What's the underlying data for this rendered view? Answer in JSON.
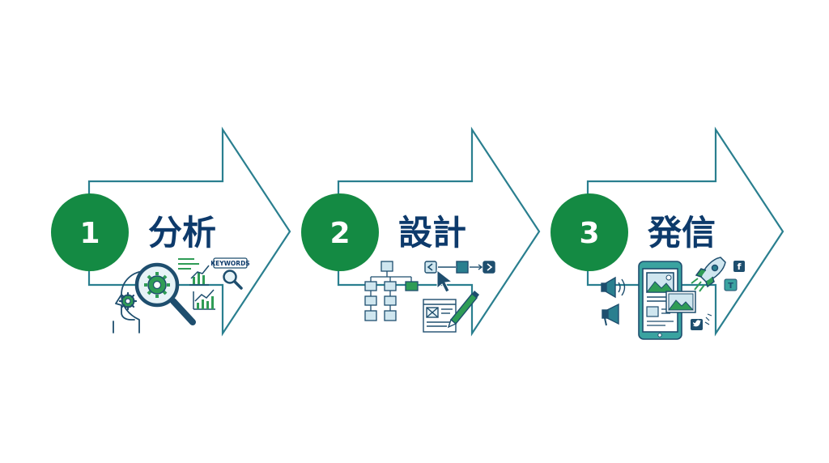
{
  "colors": {
    "arrow_outline": "#2a7f8f",
    "circle_fill": "#148a43",
    "title_text": "#0d3a6b",
    "icon_navy": "#1e4e6e",
    "icon_green": "#2f9c56",
    "icon_teal": "#3aa3a0",
    "icon_lightblue": "#cfe6ef"
  },
  "steps": [
    {
      "number": "1",
      "title": "分析",
      "icons": [
        "head-gear-icon",
        "magnifier-gear-icon",
        "bar-chart-icon",
        "keywords-search-icon",
        "line-chart-icon"
      ],
      "keyword_label": "KEYWORDS"
    },
    {
      "number": "2",
      "title": "設計",
      "icons": [
        "sitemap-icon",
        "navigation-arrows-icon",
        "cursor-icon",
        "wireframe-icon",
        "pencil-icon"
      ]
    },
    {
      "number": "3",
      "title": "発信",
      "icons": [
        "smartphone-content-icon",
        "megaphone-icon",
        "rocket-icon",
        "facebook-icon",
        "twitter-icon",
        "t-badge-icon",
        "image-card-icon"
      ],
      "badge_letters": {
        "facebook": "f",
        "t_badge": "T"
      }
    }
  ]
}
